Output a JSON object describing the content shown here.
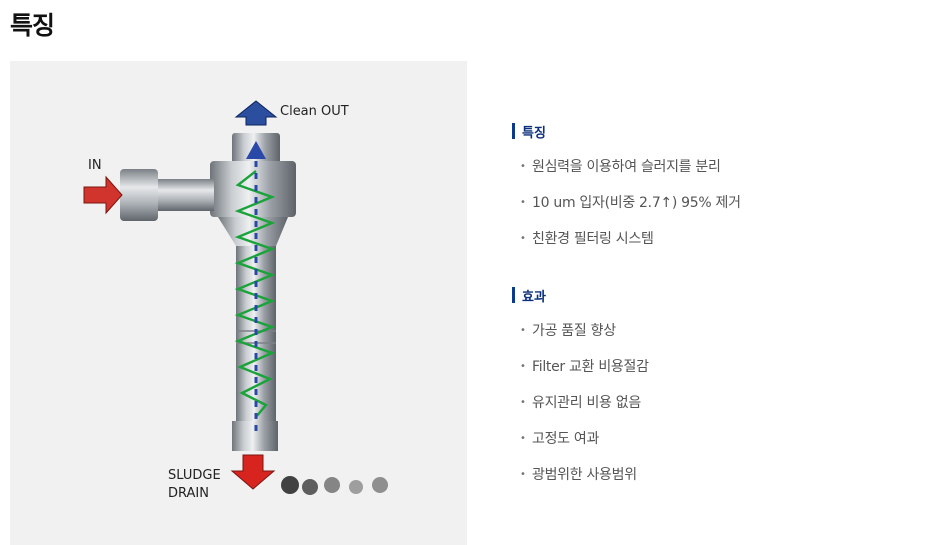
{
  "page": {
    "title": "특징"
  },
  "diagram": {
    "label_in": "IN",
    "label_clean_out": "Clean OUT",
    "label_sludge_line1": "SLUDGE",
    "label_sludge_line2": "DRAIN",
    "colors": {
      "in_arrow": "#d0342c",
      "out_arrow": "#2b4f9e",
      "drain_arrow": "#d8241f",
      "spiral": "#1aa33a",
      "center_flow": "#2a48a8",
      "pipe": "#9ea4aa"
    }
  },
  "features": {
    "heading": "특징",
    "items": [
      "원심력을 이용하여 슬러지를 분리",
      "10 um 입자(비중 2.7↑) 95% 제거",
      "친환경 필터링 시스템"
    ]
  },
  "effects": {
    "heading": "효과",
    "items": [
      "가공 품질 향상",
      "Filter 교환 비용절감",
      "유지관리 비용 없음",
      "고정도 여과",
      "광범위한 사용범위"
    ]
  }
}
